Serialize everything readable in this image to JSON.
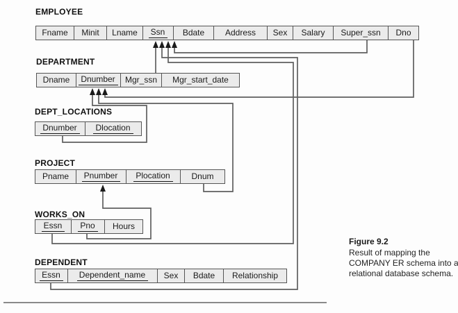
{
  "figure": {
    "caption_title": "Figure 9.2",
    "caption_text": "Result of mapping the COMPANY ER schema into a relational database schema."
  },
  "tables": [
    {
      "name": "EMPLOYEE",
      "fields": [
        {
          "label": "Fname",
          "key": false
        },
        {
          "label": "Minit",
          "key": false
        },
        {
          "label": "Lname",
          "key": false
        },
        {
          "label": "Ssn",
          "key": true
        },
        {
          "label": "Bdate",
          "key": false
        },
        {
          "label": "Address",
          "key": false
        },
        {
          "label": "Sex",
          "key": false
        },
        {
          "label": "Salary",
          "key": false
        },
        {
          "label": "Super_ssn",
          "key": false
        },
        {
          "label": "Dno",
          "key": false
        }
      ]
    },
    {
      "name": "DEPARTMENT",
      "fields": [
        {
          "label": "Dname",
          "key": false
        },
        {
          "label": "Dnumber",
          "key": true
        },
        {
          "label": "Mgr_ssn",
          "key": false
        },
        {
          "label": "Mgr_start_date",
          "key": false
        }
      ]
    },
    {
      "name": "DEPT_LOCATIONS",
      "fields": [
        {
          "label": "Dnumber",
          "key": true
        },
        {
          "label": "Dlocation",
          "key": true
        }
      ]
    },
    {
      "name": "PROJECT",
      "fields": [
        {
          "label": "Pname",
          "key": false
        },
        {
          "label": "Pnumber",
          "key": true
        },
        {
          "label": "Plocation",
          "key": true
        },
        {
          "label": "Dnum",
          "key": false
        }
      ]
    },
    {
      "name": "WORKS_ON",
      "fields": [
        {
          "label": "Essn",
          "key": true
        },
        {
          "label": "Pno",
          "key": true
        },
        {
          "label": "Hours",
          "key": false
        }
      ]
    },
    {
      "name": "DEPENDENT",
      "fields": [
        {
          "label": "Essn",
          "key": true
        },
        {
          "label": "Dependent_name",
          "key": true
        },
        {
          "label": "Sex",
          "key": false
        },
        {
          "label": "Bdate",
          "key": false
        },
        {
          "label": "Relationship",
          "key": false
        }
      ]
    }
  ],
  "relationships": [
    {
      "label": "DEPARTMENT.Mgr_ssn references EMPLOYEE.Ssn"
    },
    {
      "label": "EMPLOYEE.Super_ssn references EMPLOYEE.Ssn"
    },
    {
      "label": "DEPENDENT.Essn references EMPLOYEE.Ssn"
    },
    {
      "label": "WORKS_ON.Essn references EMPLOYEE.Ssn"
    },
    {
      "label": "DEPT_LOCATIONS.Dnumber references DEPARTMENT.Dnumber"
    },
    {
      "label": "PROJECT.Dnum references DEPARTMENT.Dnumber"
    },
    {
      "label": "EMPLOYEE.Dno references DEPARTMENT.Dnumber"
    },
    {
      "label": "WORKS_ON.Pno references PROJECT.Pnumber"
    }
  ],
  "colors": {
    "cell_bg": "#ebebeb",
    "cell_border": "#555555",
    "connector_line": "#5f5f5f",
    "arrowhead": "#1b1b1b"
  }
}
